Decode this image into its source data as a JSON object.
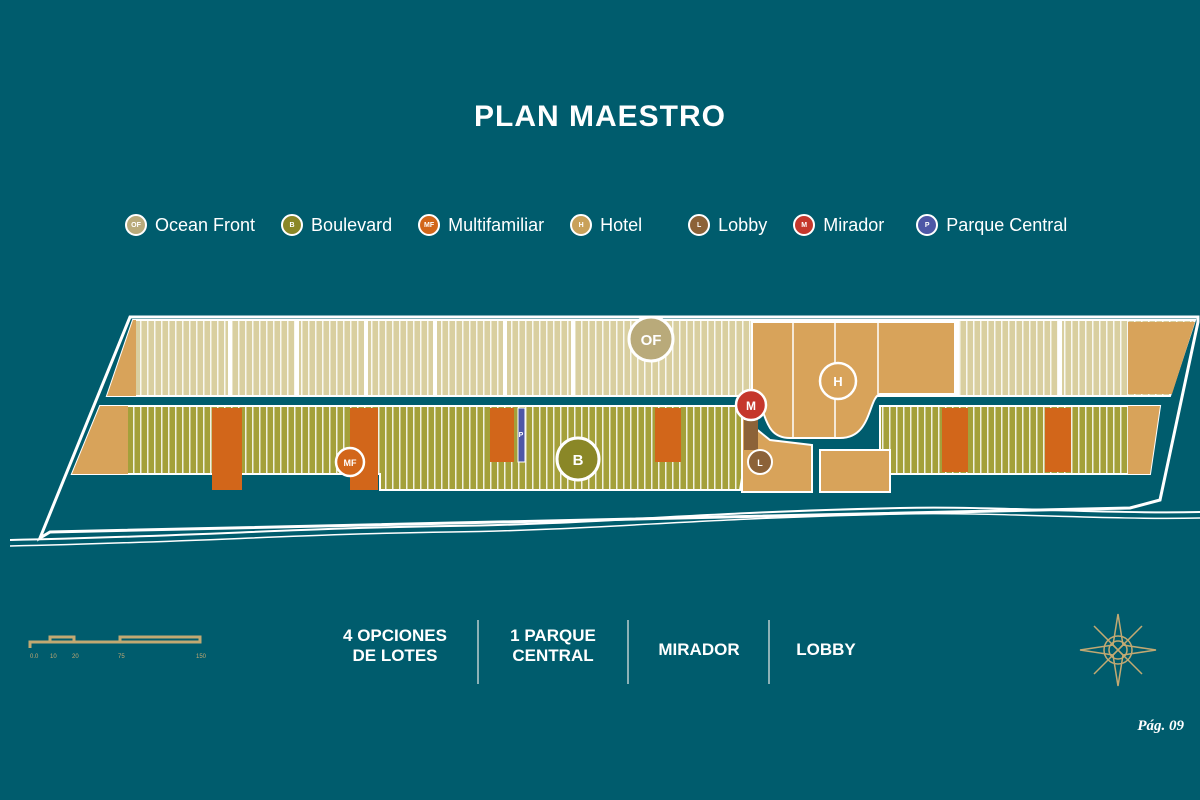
{
  "title": "PLAN MAESTRO",
  "legend": [
    {
      "code": "OF",
      "label": "Ocean Front",
      "color": "#b9aa7a"
    },
    {
      "code": "B",
      "label": "Boulevard",
      "color": "#8a8727"
    },
    {
      "code": "MF",
      "label": "Multifamiliar",
      "color": "#d2661a"
    },
    {
      "code": "H",
      "label": "Hotel",
      "color": "#c9a15a"
    },
    {
      "code": "L",
      "label": "Lobby",
      "color": "#8c6238"
    },
    {
      "code": "M",
      "label": "Mirador",
      "color": "#c5372c"
    },
    {
      "code": "P",
      "label": "Parque Central",
      "color": "#4d57a6"
    }
  ],
  "map_markers": {
    "of": "OF",
    "h": "H",
    "m": "M",
    "b": "B",
    "mf": "MF",
    "l": "L",
    "p": "P"
  },
  "bottom_labels": [
    "4 OPCIONES\nDE LOTES",
    "1 PARQUE\nCENTRAL",
    "MIRADOR",
    "LOBBY"
  ],
  "scale_ticks": [
    "0.0",
    "10",
    "20",
    "75",
    "150"
  ],
  "page": "Pág. 09"
}
